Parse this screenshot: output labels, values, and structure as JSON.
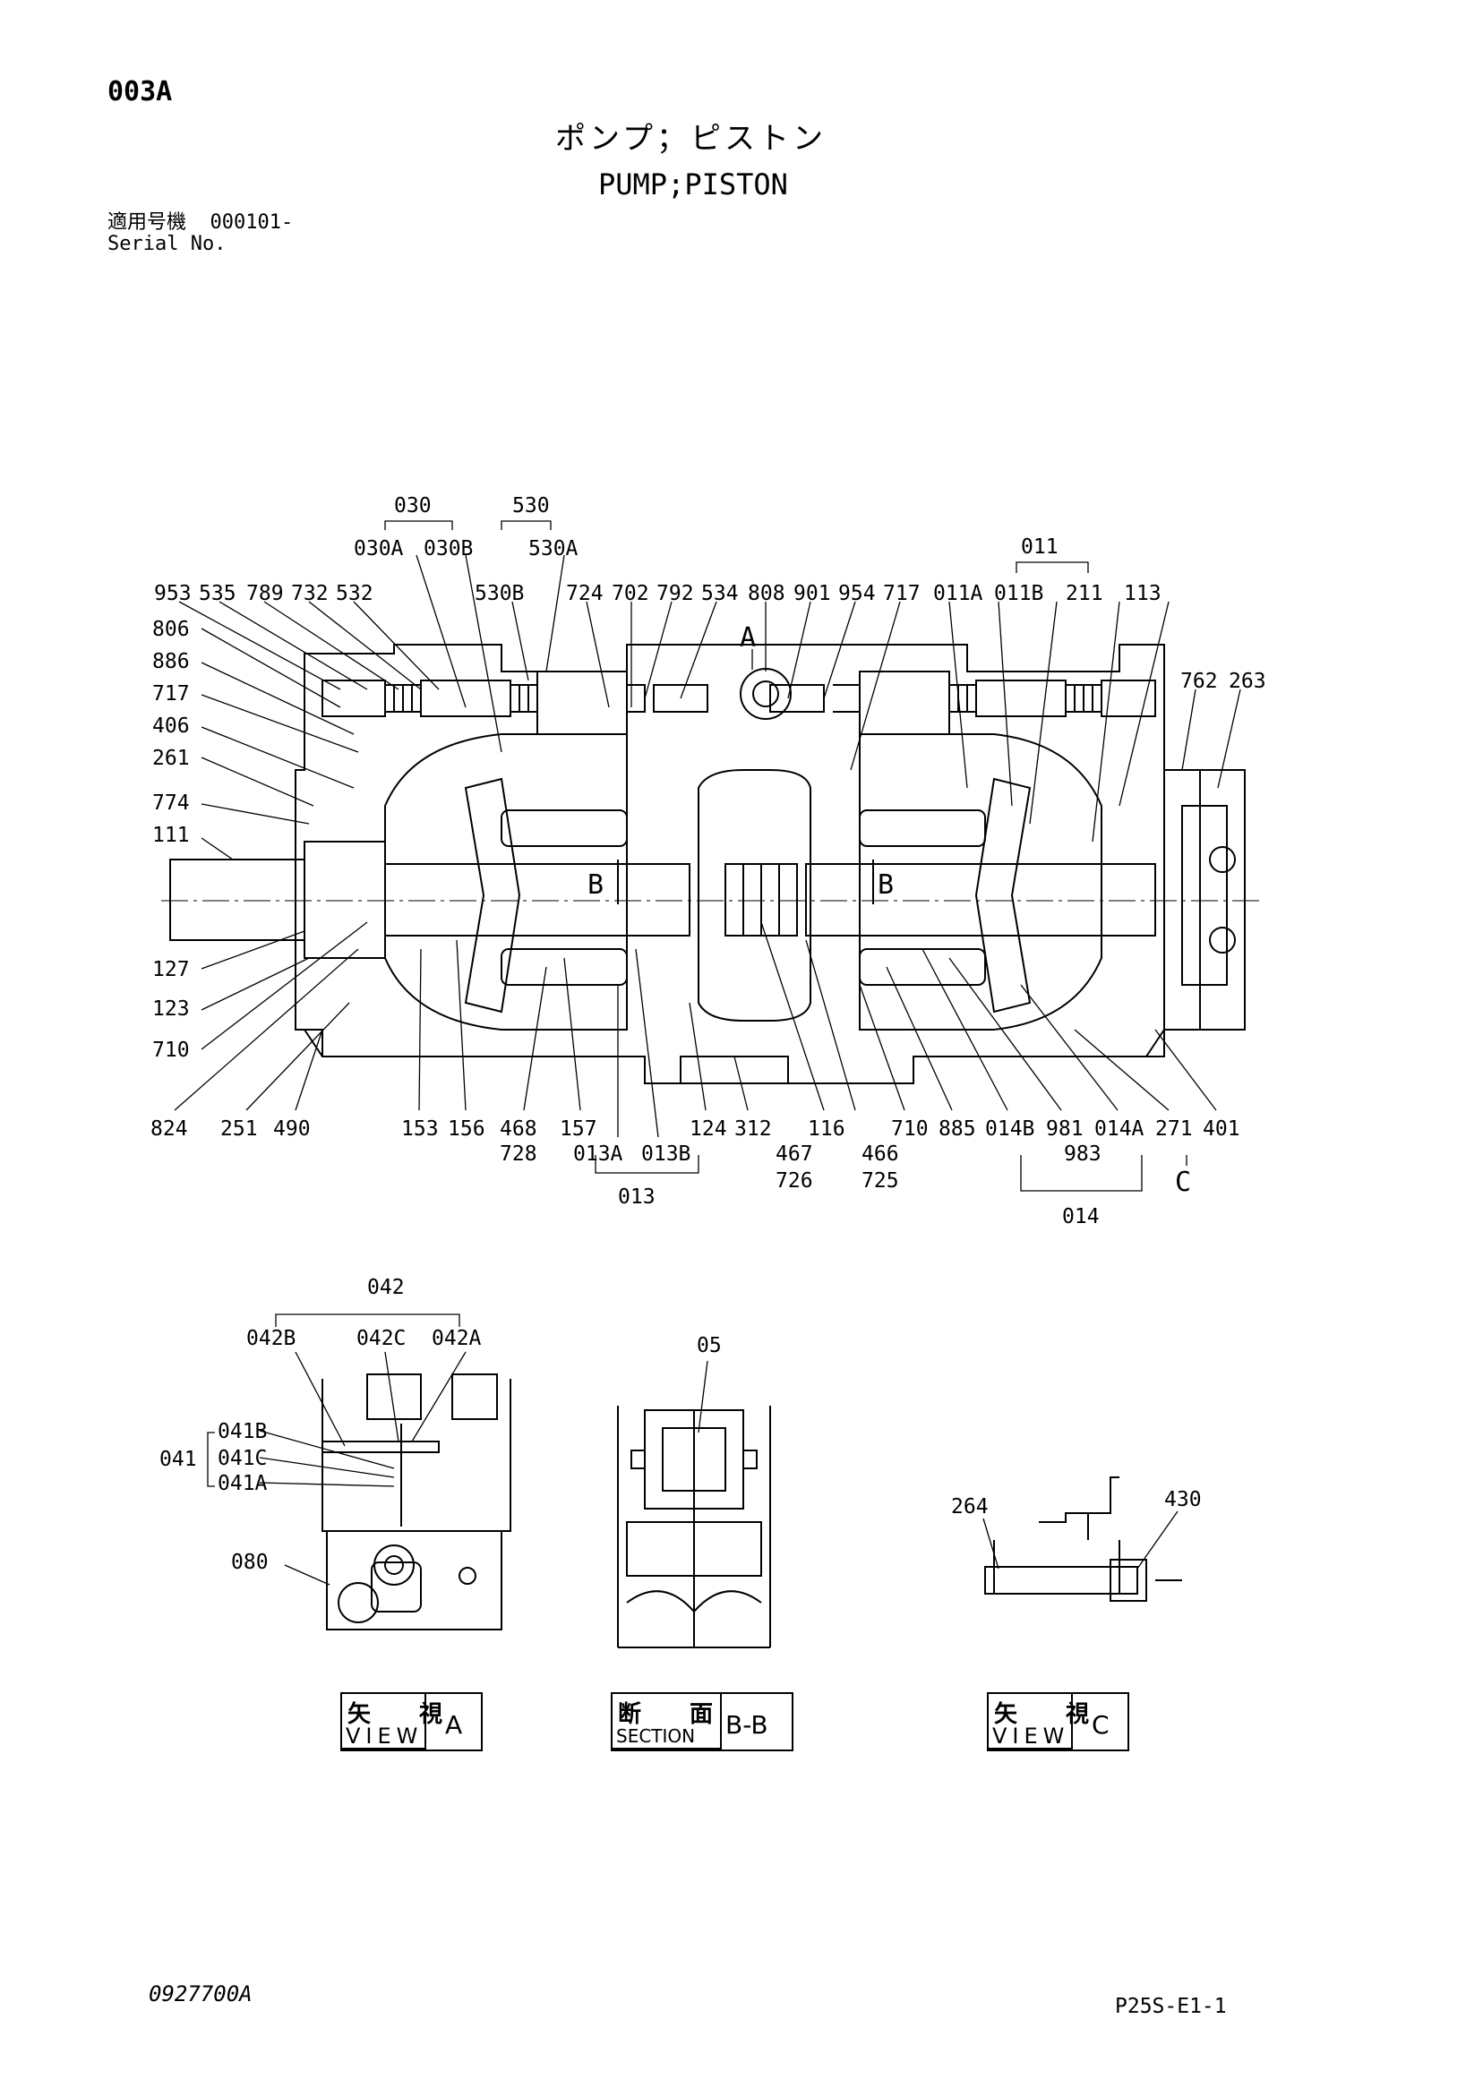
{
  "header": {
    "code": "003A",
    "title_jp": "ポンプ；ピストン",
    "title_en": "PUMP;PISTON",
    "serial_label_jp": "適用号機",
    "serial_value": "000101-",
    "serial_label_en": "Serial No."
  },
  "footer": {
    "drawing_number": "0927700A",
    "sheet_code": "P25S-E1-1"
  },
  "main_labels": {
    "top_groups": [
      "030",
      "530",
      "011"
    ],
    "top_subgroups": [
      "030A",
      "030B",
      "530A",
      "530B"
    ],
    "top_row": [
      "953",
      "535",
      "789",
      "732",
      "532",
      "724",
      "702",
      "792",
      "534",
      "808",
      "901",
      "954",
      "717",
      "011A",
      "011B",
      "211",
      "113"
    ],
    "left_column": [
      "806",
      "886",
      "717",
      "406",
      "261",
      "774",
      "111",
      "127",
      "123",
      "710"
    ],
    "right_top": [
      "762",
      "263"
    ],
    "bottom_row": [
      "824",
      "251",
      "490",
      "153",
      "156",
      "468",
      "157",
      "124",
      "312",
      "116",
      "710",
      "885",
      "014B",
      "981",
      "014A",
      "271",
      "401"
    ],
    "bottom_second": [
      "728",
      "013A",
      "013B",
      "467",
      "466",
      "983"
    ],
    "bottom_third": [
      "726",
      "725"
    ],
    "bottom_groups": [
      "013",
      "014"
    ],
    "view_markers": [
      "A",
      "B",
      "B",
      "C"
    ]
  },
  "view_a": {
    "group": "042",
    "subgroups": [
      "042B",
      "042C",
      "042A"
    ],
    "side_group": "041",
    "side_items": [
      "041B",
      "041C",
      "041A"
    ],
    "part": "080",
    "caption_jp": "矢　視",
    "caption_en": "VIEW",
    "caption_suffix": "A"
  },
  "section_bb": {
    "part": "05",
    "caption_jp": "断　面",
    "caption_en": "SECTION",
    "caption_suffix": "B-B"
  },
  "view_c": {
    "parts": [
      "264",
      "430"
    ],
    "caption_jp": "矢　視",
    "caption_en": "VIEW",
    "caption_suffix": "C"
  }
}
